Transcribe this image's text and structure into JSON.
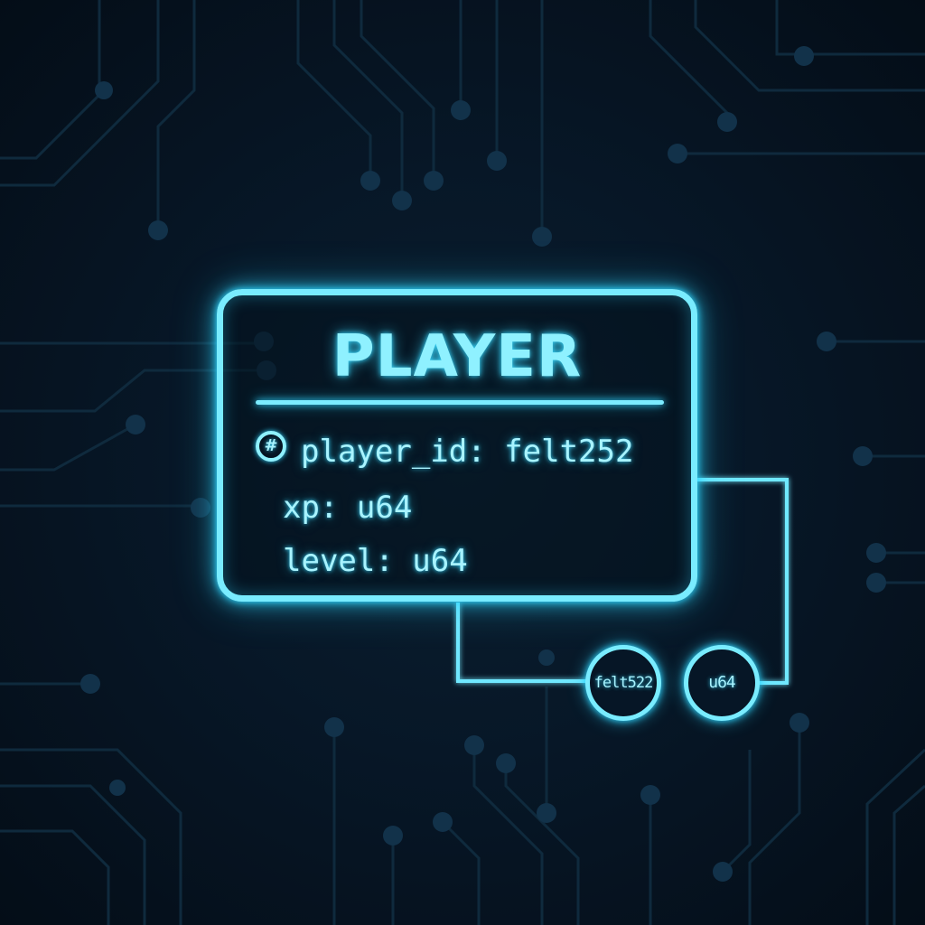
{
  "entity": {
    "title": "PLAYER",
    "key_icon": "hash-key-icon",
    "key_icon_glyph": "#",
    "fields": [
      {
        "text": "player_id: felt252",
        "primary_key": true
      },
      {
        "text": "xp: u64",
        "primary_key": false
      },
      {
        "text": "level: u64",
        "primary_key": false
      }
    ]
  },
  "type_nodes": [
    {
      "label": "felt522"
    },
    {
      "label": "u64"
    }
  ],
  "colors": {
    "background": "#061220",
    "neon": "#79ecff",
    "glow": "#2fd6ff",
    "circuit": "#0f2a3d"
  }
}
